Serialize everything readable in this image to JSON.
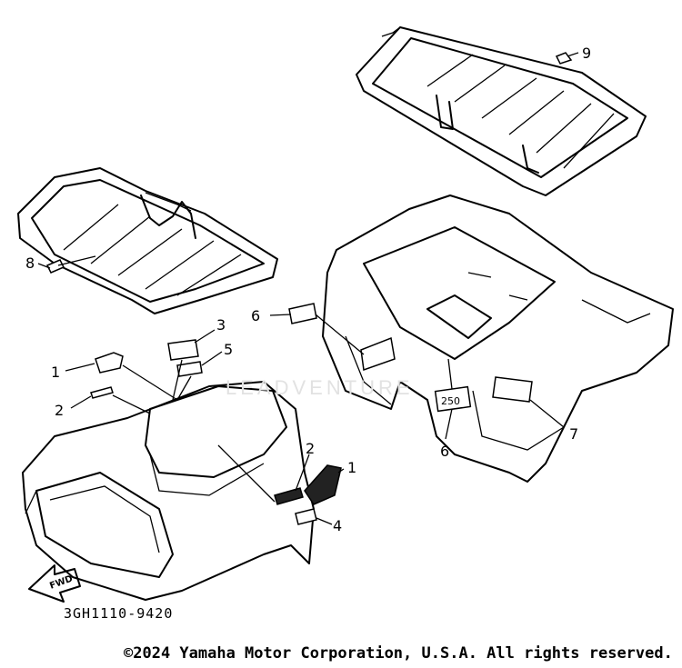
{
  "diagram": {
    "code": "3GH1110-9420",
    "copyright": "©2024 Yamaha Motor Corporation, U.S.A. All rights reserved.",
    "watermark": "LEADVENTURE",
    "fwd_label": "FWD",
    "decal_250": "250",
    "callouts": {
      "c1a": "1",
      "c1b": "1",
      "c2a": "2",
      "c2b": "2",
      "c3": "3",
      "c4": "4",
      "c5": "5",
      "c6a": "6",
      "c6b": "6",
      "c7": "7",
      "c8": "8",
      "c9": "9"
    }
  }
}
